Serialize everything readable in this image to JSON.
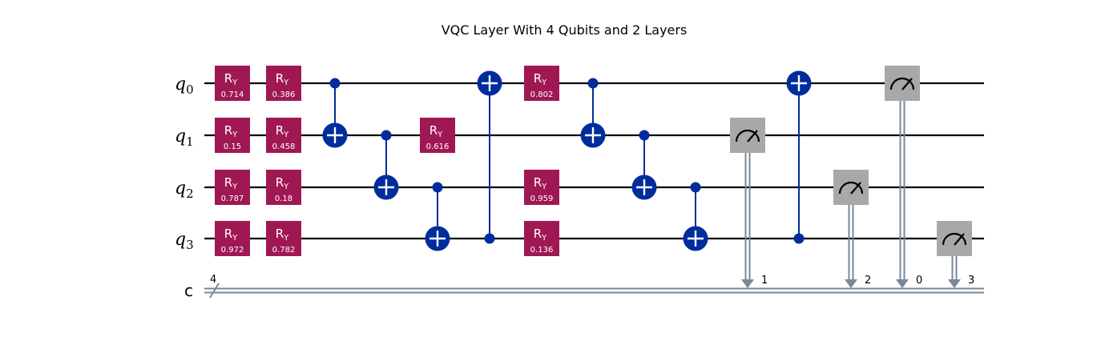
{
  "title": "VQC Layer With 4 Qubits and 2 Layers",
  "qubits": [
    {
      "name": "q",
      "index": "0"
    },
    {
      "name": "q",
      "index": "1"
    },
    {
      "name": "q",
      "index": "2"
    },
    {
      "name": "q",
      "index": "3"
    }
  ],
  "classical_register": {
    "name": "c",
    "width": "4"
  },
  "gate_label": "R",
  "gate_sub": "Y",
  "colors": {
    "ry_gate": "#9f1853",
    "cx_gate": "#002d9c",
    "measure_box": "#a8a8a8",
    "classical_wire": "#778899"
  },
  "operations": [
    {
      "type": "ry",
      "col": 0,
      "qubit": 0,
      "param": "0.714"
    },
    {
      "type": "ry",
      "col": 0,
      "qubit": 1,
      "param": "0.15"
    },
    {
      "type": "ry",
      "col": 0,
      "qubit": 2,
      "param": "0.787"
    },
    {
      "type": "ry",
      "col": 0,
      "qubit": 3,
      "param": "0.972"
    },
    {
      "type": "ry",
      "col": 1,
      "qubit": 0,
      "param": "0.386"
    },
    {
      "type": "ry",
      "col": 1,
      "qubit": 1,
      "param": "0.458"
    },
    {
      "type": "ry",
      "col": 1,
      "qubit": 2,
      "param": "0.18"
    },
    {
      "type": "ry",
      "col": 1,
      "qubit": 3,
      "param": "0.782"
    },
    {
      "type": "cx",
      "col": 2,
      "control": 0,
      "target": 1
    },
    {
      "type": "cx",
      "col": 3,
      "control": 1,
      "target": 2
    },
    {
      "type": "cx",
      "col": 4,
      "control": 2,
      "target": 3
    },
    {
      "type": "ry",
      "col": 4,
      "qubit": 1,
      "param": "0.616"
    },
    {
      "type": "cx",
      "col": 5,
      "control": 3,
      "target": 0
    },
    {
      "type": "ry",
      "col": 6,
      "qubit": 0,
      "param": "0.802"
    },
    {
      "type": "ry",
      "col": 6,
      "qubit": 2,
      "param": "0.959"
    },
    {
      "type": "ry",
      "col": 6,
      "qubit": 3,
      "param": "0.136"
    },
    {
      "type": "cx",
      "col": 7,
      "control": 0,
      "target": 1
    },
    {
      "type": "cx",
      "col": 8,
      "control": 1,
      "target": 2
    },
    {
      "type": "cx",
      "col": 9,
      "control": 2,
      "target": 3
    },
    {
      "type": "measure",
      "col": 10,
      "qubit": 1,
      "clbit": "1"
    },
    {
      "type": "cx",
      "col": 11,
      "control": 3,
      "target": 0
    },
    {
      "type": "measure",
      "col": 12,
      "qubit": 2,
      "clbit": "2"
    },
    {
      "type": "measure",
      "col": 13,
      "qubit": 0,
      "clbit": "0"
    },
    {
      "type": "measure",
      "col": 14,
      "qubit": 3,
      "clbit": "3"
    }
  ]
}
